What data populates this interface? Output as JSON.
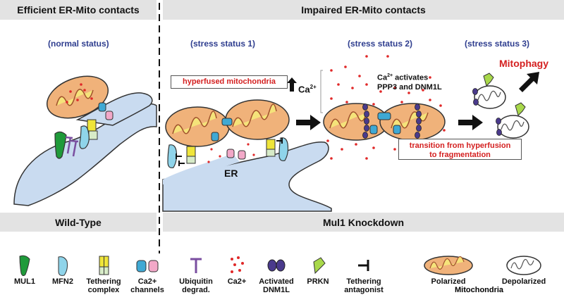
{
  "headers": {
    "left": "Efficient ER-Mito contacts",
    "right": "Impaired ER-Mito contacts"
  },
  "footers": {
    "left": "Wild-Type",
    "right": "Mul1 Knockdown"
  },
  "statuses": {
    "normal": "(normal status)",
    "stress1": "(stress status 1)",
    "stress2": "(stress status 2)",
    "stress3": "(stress status 3)"
  },
  "boxes": {
    "hyperfused": "hyperfused mitochondria",
    "transition_line1": "transition from hyperfusion",
    "transition_line2": "to fragmentation"
  },
  "notes": {
    "calcium_up": "Ca",
    "calcium_sup": "2+",
    "activates_line1": "activates",
    "activates_line2": "PPP3 and DNM1L",
    "mitophagy": "Mitophagy",
    "er": "ER"
  },
  "legend": [
    {
      "id": "mul1",
      "label": "MUL1",
      "label2": "",
      "icon": "mul1-icon",
      "color": "#1f9a3a"
    },
    {
      "id": "mfn2",
      "label": "MFN2",
      "label2": "",
      "icon": "mfn2-icon",
      "color": "#8fd4ea"
    },
    {
      "id": "tether",
      "label": "Tethering",
      "label2": "complex",
      "icon": "tethering-complex-icon",
      "color": "#efe53a"
    },
    {
      "id": "ca-channels",
      "label": "Ca2+",
      "label2": "channels",
      "icon": "ca-channels-icon",
      "color": "#3fa9d4"
    },
    {
      "id": "ubiq",
      "label": "Ubiquitin",
      "label2": "degrad.",
      "icon": "ubiquitin-degradation-icon",
      "color": "#7a4ea0"
    },
    {
      "id": "ca",
      "label": "Ca2+",
      "label2": "",
      "icon": "calcium-dots-icon",
      "color": "#e02828"
    },
    {
      "id": "dnm1l",
      "label": "Activated",
      "label2": "DNM1L",
      "icon": "activated-dnm1l-icon",
      "color": "#4a3a8c"
    },
    {
      "id": "prkn",
      "label": "PRKN",
      "label2": "",
      "icon": "prkn-icon",
      "color": "#a8d84a"
    },
    {
      "id": "antagonist",
      "label": "Tethering",
      "label2": "antagonist",
      "icon": "tethering-antagonist-icon",
      "color": "#111111"
    },
    {
      "id": "polarized",
      "label": "Polarized",
      "label2": "",
      "icon": "polarized-mitochondria-icon",
      "color": "#f0b27a"
    },
    {
      "id": "depolarized",
      "label": "Depolarized",
      "label2": "",
      "icon": "depolarized-mitochondria-icon",
      "color": "#ffffff"
    }
  ],
  "legend_shared": "Mitochondria",
  "colors": {
    "er": "#c9dbf0",
    "mito_fill": "#f0b27a",
    "mito_crista": "#f5e37a",
    "status_text": "#2f3e8f",
    "red": "#d42020"
  }
}
